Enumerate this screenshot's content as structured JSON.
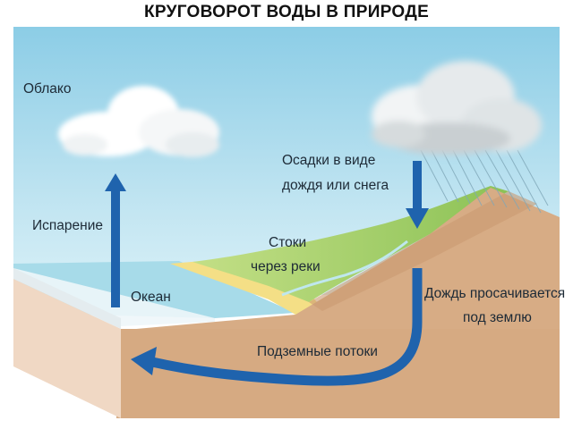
{
  "title": "КРУГОВОРОТ ВОДЫ В ПРИРОДЕ",
  "labels": {
    "cloud": "Облако",
    "evaporation": "Испарение",
    "ocean": "Океан",
    "precipitation_line1": "Осадки в виде",
    "precipitation_line2": "дождя или снега",
    "runoff_line1": "Стоки",
    "runoff_line2": "через реки",
    "infiltration_line1": "Дождь просачивается",
    "infiltration_line2": "под землю",
    "groundwater": "Подземные потоки"
  },
  "colors": {
    "sky": "#a8d8ec",
    "ocean": "#9fd6e6",
    "sand": "#f3e08a",
    "grass": "#a9d36a",
    "soil": "#d8ad86",
    "soil_side": "#efd7c2",
    "arrow": "#1e5fa8"
  }
}
